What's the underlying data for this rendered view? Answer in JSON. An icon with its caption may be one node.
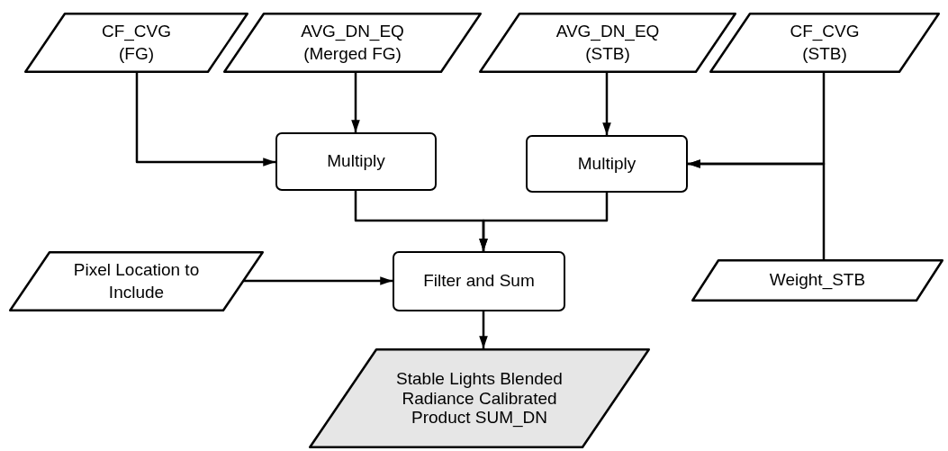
{
  "diagram": {
    "nodes": [
      {
        "text": [
          "CF_CVG (FG)"
        ]
      },
      {
        "text": [
          "AVG_DN_EQ (Merged FG)"
        ]
      },
      {
        "text": [
          "AVG_DN_EQ (STB)"
        ]
      },
      {
        "text": [
          "CF_CVG (STB)"
        ]
      },
      {
        "text": [
          "Multiply"
        ]
      },
      {
        "text": [
          "Multiply"
        ]
      },
      {
        "text": [
          "Pixel Location to Include"
        ]
      },
      {
        "text": [
          "Filter and Sum"
        ]
      },
      {
        "text": [
          "Weight_STB"
        ]
      },
      {
        "text": [
          "Stable Lights Blended Radiance Calibrated Product SUM_DN"
        ]
      }
    ],
    "edges": [
      {
        "from": 0,
        "to": 4,
        "arrow": "to"
      },
      {
        "from": 1,
        "to": 4,
        "arrow": "to"
      },
      {
        "from": 2,
        "to": 5,
        "arrow": "to"
      },
      {
        "from": 3,
        "to": 5,
        "arrow": "to"
      },
      {
        "from": 8,
        "to": 5,
        "arrow": "to"
      },
      {
        "from": 4,
        "to": 7,
        "arrow": "to"
      },
      {
        "from": 5,
        "to": 7,
        "arrow": "to"
      },
      {
        "from": 6,
        "to": 7,
        "arrow": "to"
      },
      {
        "from": 7,
        "to": 9,
        "arrow": "to"
      }
    ]
  }
}
